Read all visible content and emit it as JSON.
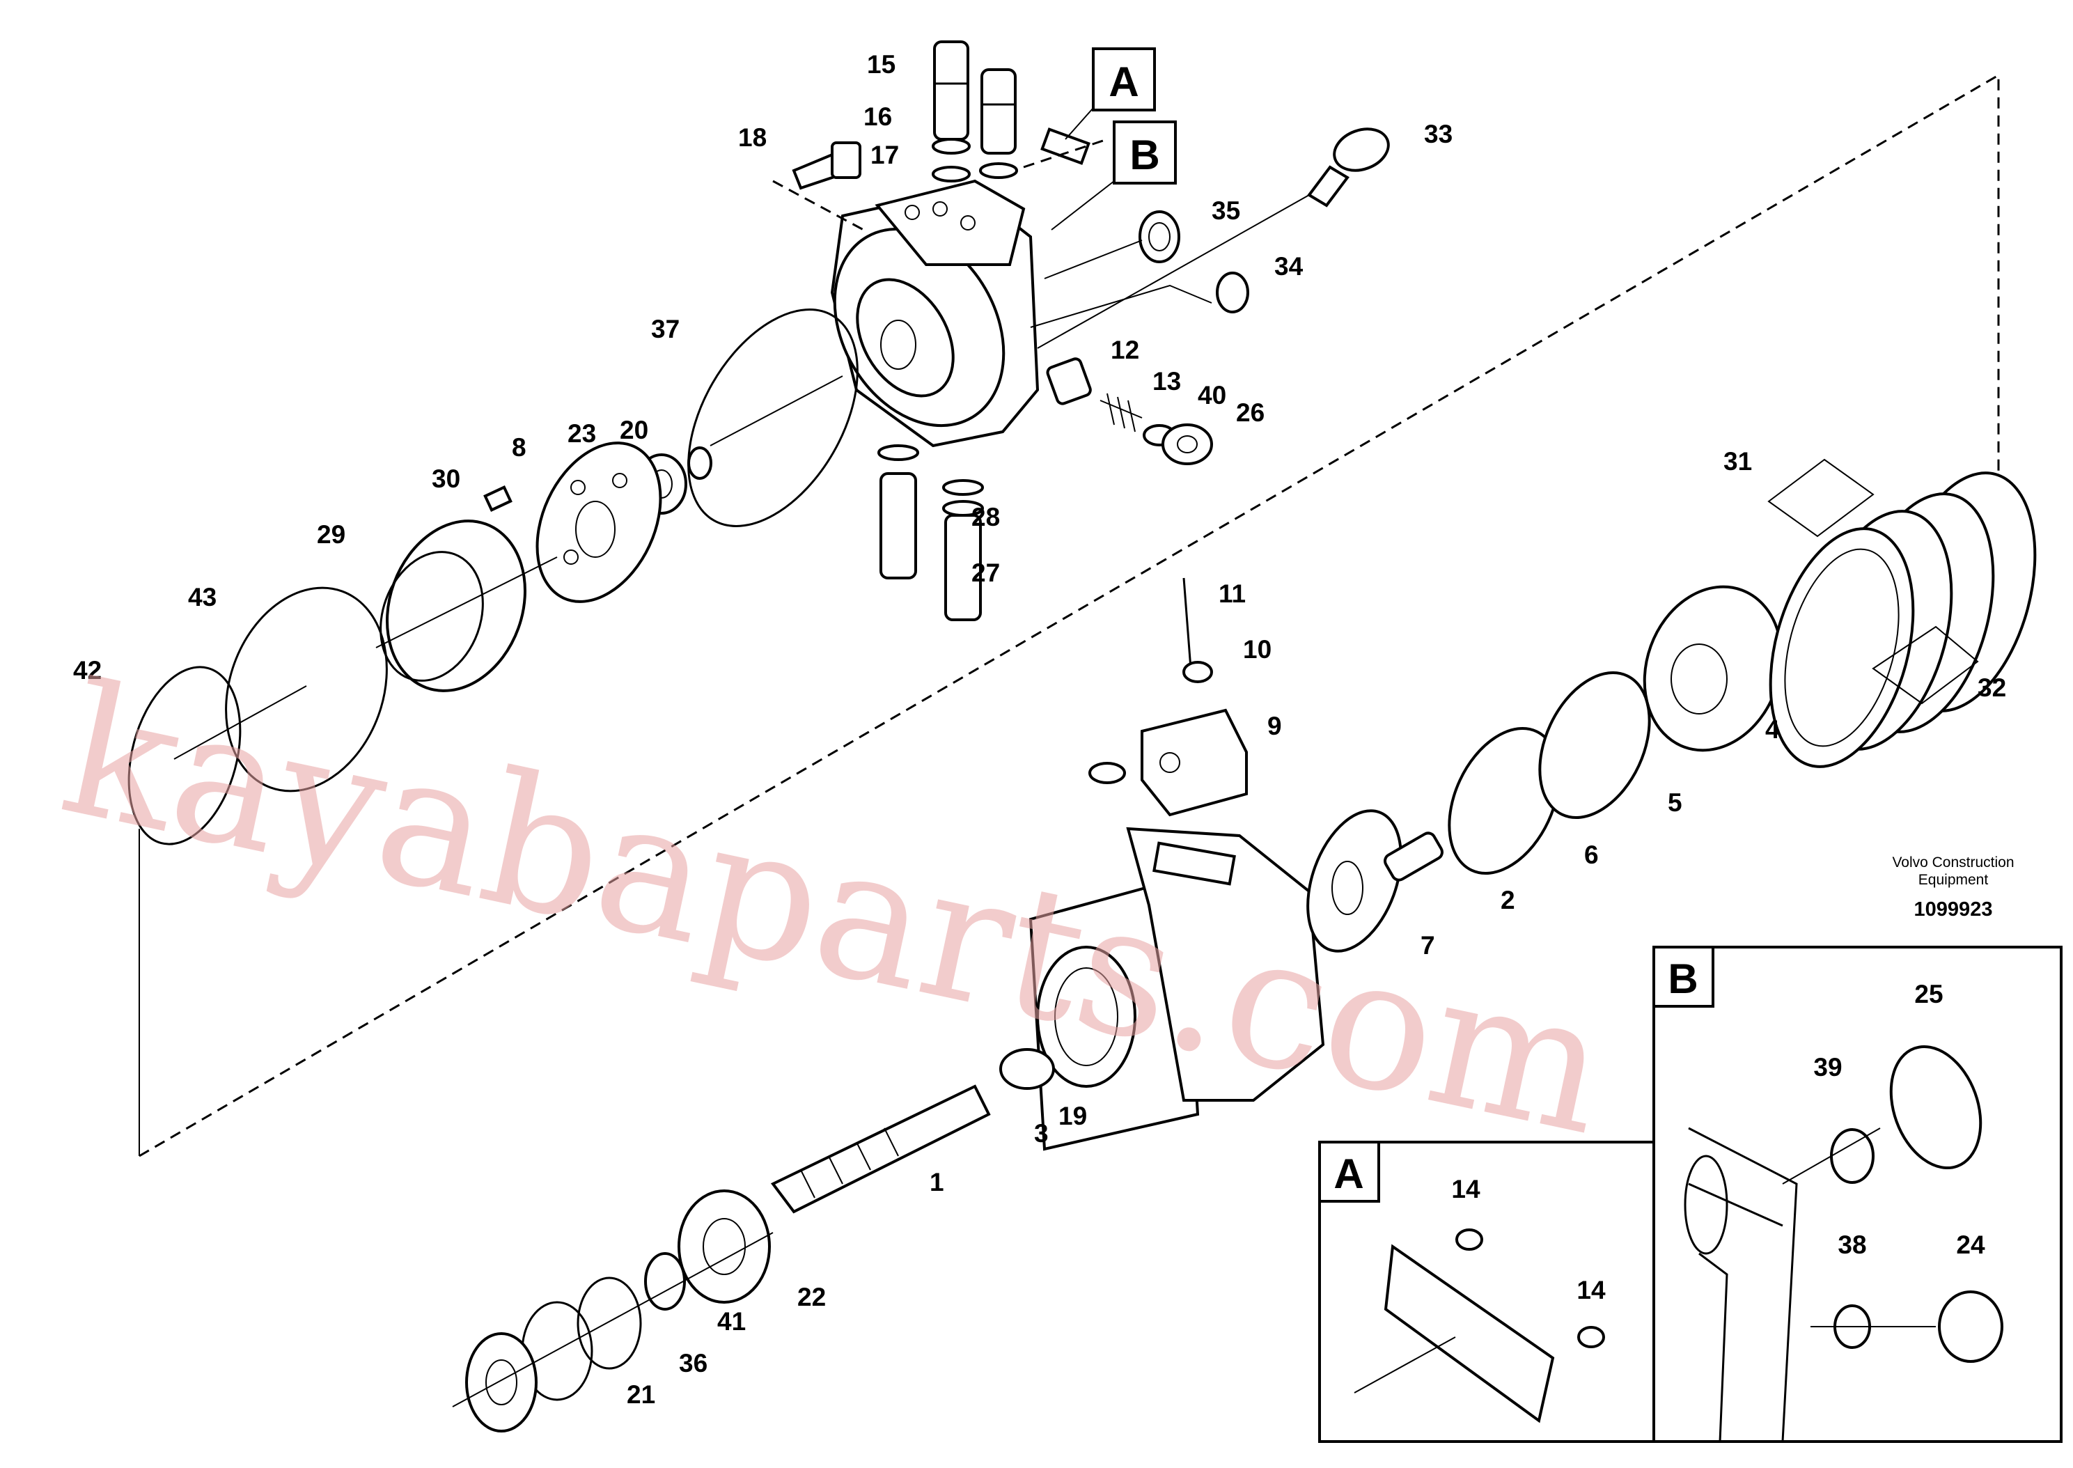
{
  "diagram": {
    "labels": [
      "1",
      "2",
      "3",
      "4",
      "5",
      "6",
      "7",
      "8",
      "9",
      "10",
      "11",
      "12",
      "13",
      "14",
      "15",
      "16",
      "17",
      "18",
      "19",
      "20",
      "21",
      "22",
      "23",
      "24",
      "25",
      "26",
      "27",
      "28",
      "29",
      "30",
      "31",
      "32",
      "33",
      "34",
      "35",
      "36",
      "37",
      "38",
      "39",
      "40",
      "41",
      "42",
      "43"
    ],
    "callout_a": "A",
    "callout_b": "B",
    "detail_a_title": "A",
    "detail_b_title": "B",
    "detail_a_labels": [
      "14",
      "14"
    ],
    "detail_b_labels": [
      "25",
      "39",
      "38",
      "24"
    ],
    "credit_line1": "Volvo Construction",
    "credit_line2": "Equipment",
    "doc_number": "1099923",
    "watermark": "kayabaparts.com"
  }
}
